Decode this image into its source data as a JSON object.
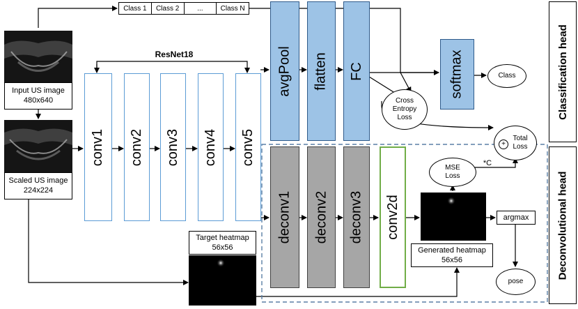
{
  "inputs": {
    "input_label": "Input US image",
    "input_size": "480x640",
    "scaled_label": "Scaled US image",
    "scaled_size": "224x224"
  },
  "classes": [
    "Class 1",
    "Class 2",
    "...",
    "Class N"
  ],
  "backbone": {
    "title": "ResNet18",
    "layers": [
      "conv1",
      "conv2",
      "conv3",
      "conv4",
      "conv5"
    ]
  },
  "classification": {
    "layers": [
      "avgPool",
      "flatten",
      "FC"
    ],
    "softmax": "softmax",
    "class_out": "Class",
    "ce_loss": "Cross\nEntropy\nLoss",
    "total_loss": "Total\nLoss",
    "plus": "+",
    "head_label": "Classification head"
  },
  "deconvolution": {
    "layers": [
      "deconv1",
      "deconv2",
      "deconv3"
    ],
    "conv2d": "conv2d",
    "mse_loss": "MSE\nLoss",
    "weight": "*C",
    "argmax": "argmax",
    "pose": "pose",
    "target_heatmap": "Target heatmap",
    "target_size": "56x56",
    "generated_heatmap": "Generated heatmap",
    "generated_size": "56x56",
    "head_label": "Deconvolutional head"
  },
  "colors": {
    "conv_border": "#5b9bd5",
    "blue_fill": "#9dc3e6",
    "grey_fill": "#a6a6a6",
    "green_border": "#70ad47",
    "dashed_border": "#5a7fa6"
  }
}
